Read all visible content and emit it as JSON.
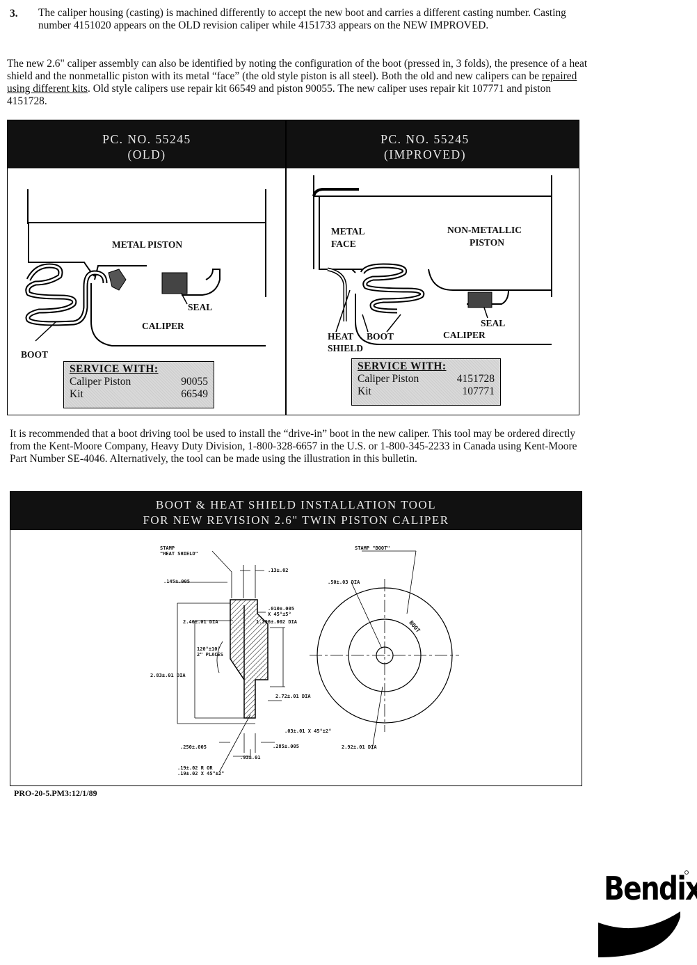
{
  "intro": {
    "item_number": "3.",
    "item_text": "The caliper housing (casting) is machined differently to accept the new boot and carries a different casting number.  Casting number 4151020 appears on the OLD revision caliper while 4151733 appears on the NEW IMPROVED.",
    "para2_a": "The new 2.6\" caliper assembly can also be identified by noting the configuration of the boot (pressed in, 3 folds), the presence of a heat shield and the nonmetallic piston with its metal “face” (the old style piston is all steel).  Both the old and new calipers can be ",
    "para2_link": "repaired using different kits",
    "para2_b": ".  Old style calipers use repair kit 66549 and piston 90055.  The new caliper uses repair kit 107771 and piston 4151728."
  },
  "comparison": {
    "old": {
      "title_line1": "PC. NO. 55245",
      "title_line2": "(OLD)",
      "labels": {
        "metal_piston": "METAL PISTON",
        "seal": "SEAL",
        "caliper": "CALIPER",
        "boot": "BOOT"
      },
      "service": {
        "heading": "SERVICE WITH:",
        "rows": [
          {
            "item": "Caliper Piston",
            "part": "90055"
          },
          {
            "item": "Kit",
            "part": "66549"
          }
        ]
      }
    },
    "new": {
      "title_line1": "PC. NO. 55245",
      "title_line2": "(IMPROVED)",
      "labels": {
        "metal": "METAL",
        "face": "FACE",
        "non_metallic": "NON-METALLIC",
        "piston": "PISTON",
        "seal": "SEAL",
        "caliper": "CALIPER",
        "heat": "HEAT",
        "shield": "SHIELD",
        "boot": "BOOT"
      },
      "service": {
        "heading": "SERVICE WITH:",
        "rows": [
          {
            "item": "Caliper Piston",
            "part": "4151728"
          },
          {
            "item": "Kit",
            "part": "107771"
          }
        ]
      }
    }
  },
  "recommendation": "It is recommended that a boot driving tool be used to install the “drive-in” boot in the new caliper.  This tool may be ordered directly from the Kent-Moore Company, Heavy Duty Division, 1-800-328-6657 in the U.S. or 1-800-345-2233 in Canada using Kent-Moore Part Number SE-4046.  Alternatively, the tool can be made using the illustration in this bulletin.",
  "tool": {
    "title_line1": "BOOT & HEAT SHIELD INSTALLATION TOOL",
    "title_line2": "FOR NEW REVISION 2.6\" TWIN PISTON CALIPER",
    "dims": {
      "stamp_heat_1": "STAMP",
      "stamp_heat_2": "\"HEAT SHIELD\"",
      "d145": ".145±.005",
      "d13": ".13±.02",
      "d010_1": ".010±.005",
      "d010_2": "X 45°±5°",
      "d246": "2.46±.01 DIA",
      "d1396": "1.396±.002 DIA",
      "d120_1": "120°±10°",
      "d120_2": "2\" PLACES",
      "d283": "2.83±.01 DIA",
      "d272": "2.72±.01 DIA",
      "d03": ".03±.01 X 45°±2°",
      "d250": ".250±.005",
      "d285": ".285±.005",
      "d93": ".93±.01",
      "d19_1": ".19±.02 R OR",
      "d19_2": ".19±.02 X 45°±2°",
      "stamp_boot": "STAMP \"BOOT\"",
      "d50": ".50±.03 DIA",
      "boot_stamp": "BOOT",
      "d292": "2.92±.01 DIA"
    }
  },
  "footer_code": "PRO-20-5.PM3:12/1/89",
  "brand": "Bendix"
}
